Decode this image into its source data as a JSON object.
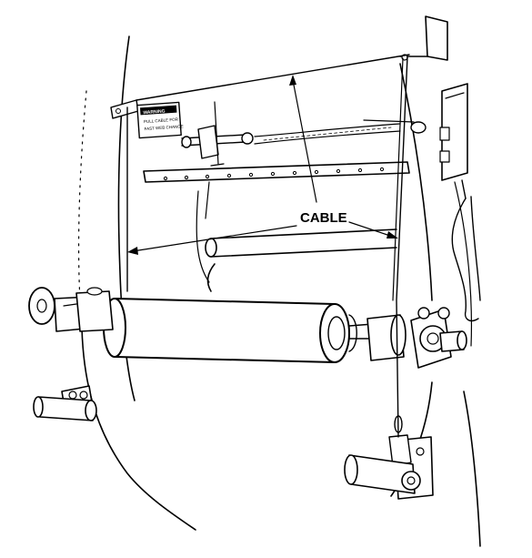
{
  "callout": {
    "label": "CABLE"
  },
  "warning_plate": {
    "title": "WARNING",
    "line1": "PULL CABLE FOR",
    "line2": "FAST WEB CHANGE"
  },
  "colors": {
    "ink": "#000000",
    "paper": "#ffffff"
  }
}
